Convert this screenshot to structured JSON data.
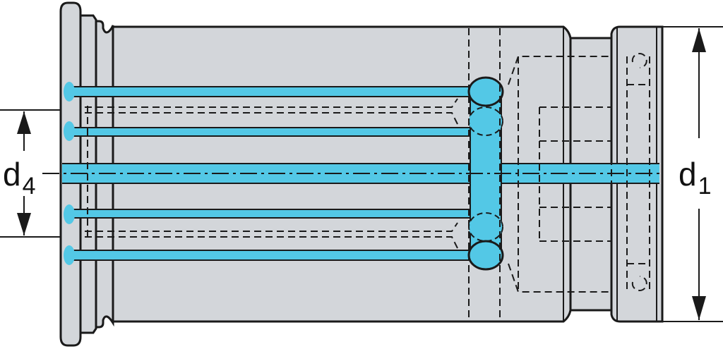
{
  "labels": {
    "d4": {
      "letter": "d",
      "sub": "4"
    },
    "d1": {
      "letter": "d",
      "sub": "1"
    }
  },
  "colors": {
    "body_fill": "#d3d6da",
    "outline": "#1a1a1a",
    "coolant": "#53c8e6",
    "coolant_dark": "#2ab0d8",
    "hidden_line": "#1a1a1a",
    "background": "#ffffff"
  },
  "components": {
    "drawing": "collet-adapter-side-view",
    "features": [
      "flange",
      "sleeve-body",
      "coolant-channels",
      "coolant-ring",
      "collar",
      "end-cap"
    ]
  }
}
